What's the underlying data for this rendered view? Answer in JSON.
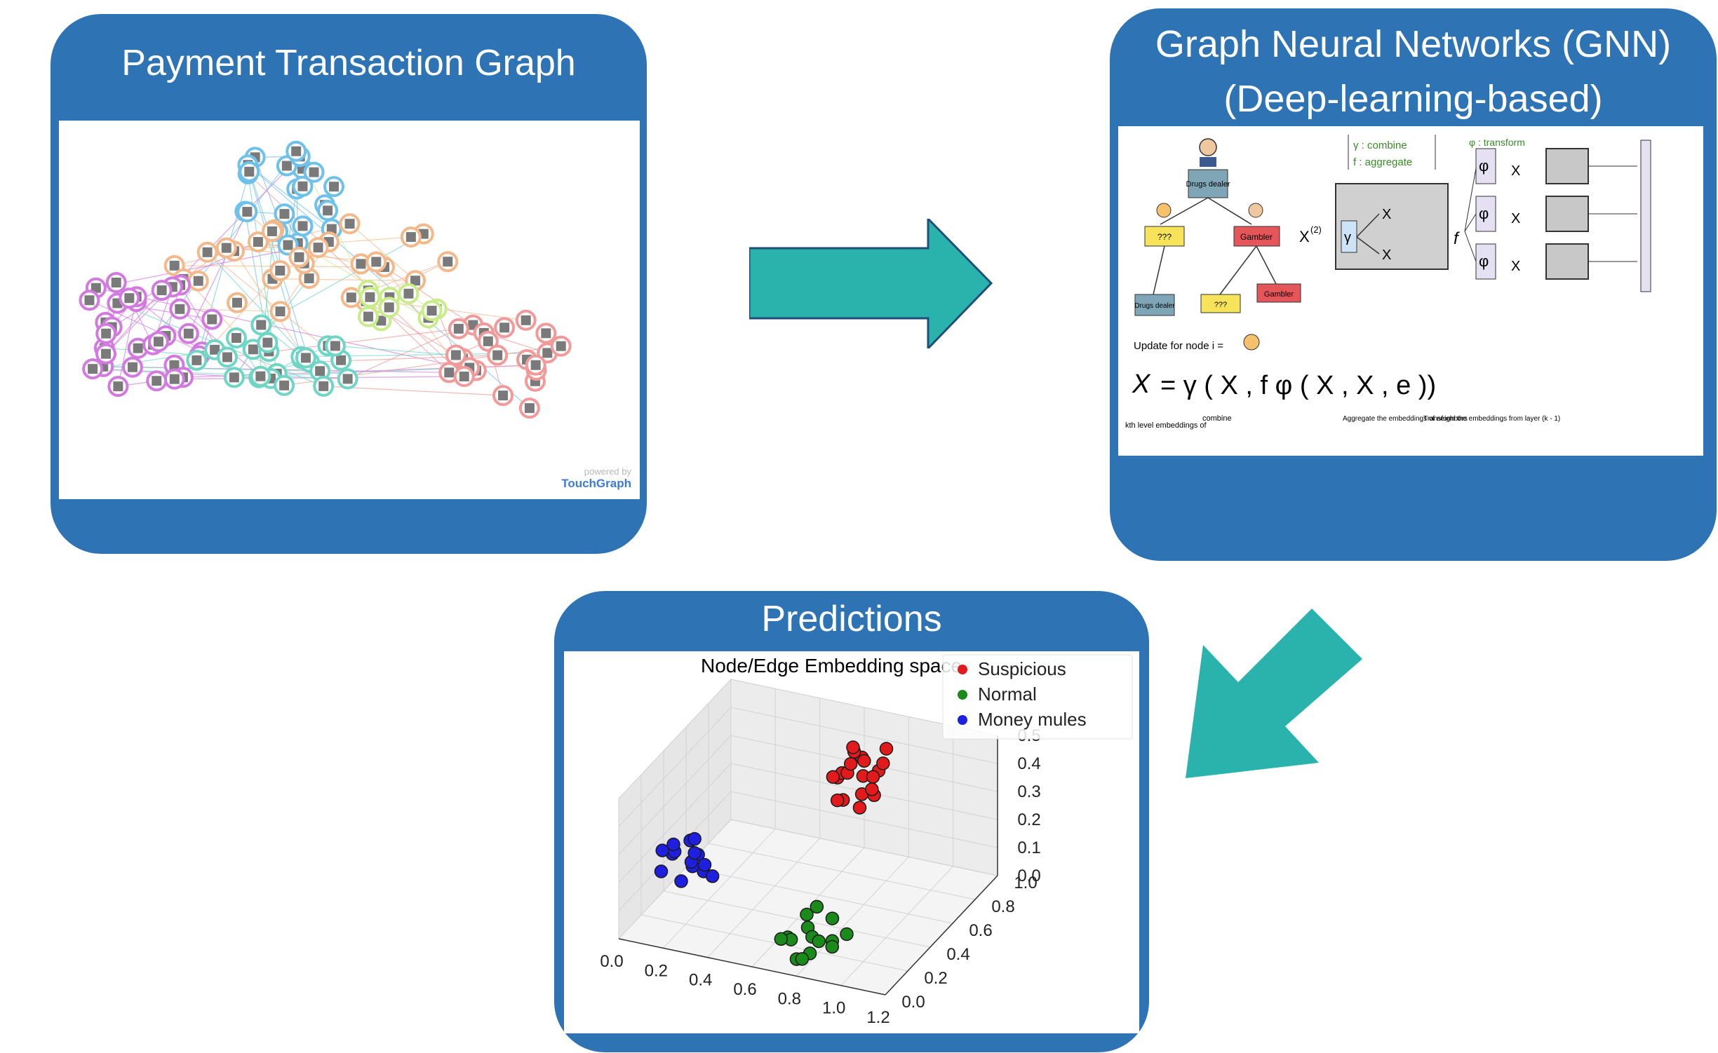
{
  "card1": {
    "title": "Payment Transaction Graph",
    "watermark_top": "powered by",
    "watermark_brand": "TouchGraph"
  },
  "card2": {
    "title_line1": "Graph Neural Networks (GNN)",
    "title_line2": "(Deep-learning-based)",
    "tree": {
      "root": "Drugs dealer",
      "left": "???",
      "right": "Gambler",
      "ll": "Drugs dealer",
      "rl": "???",
      "rr": "Gambler"
    },
    "legend_combine": "γ : combine",
    "legend_aggregate": "f : aggregate",
    "legend_transform": "φ : transform",
    "update_label": "Update for node i =",
    "caption_kth": "kth level embeddings of",
    "caption_combine": "combine",
    "caption_aggregate": "Aggregate the embeddings of neighbors",
    "caption_transform": "Transform the embeddings from layer (k - 1)"
  },
  "card3": {
    "title": "Predictions"
  },
  "colors": {
    "card_blue": "#2e74b5",
    "arrow_teal": "#2ab3ad",
    "suspicious": "#e31a1c",
    "normal": "#1a8a1a",
    "money_mules": "#1f1fe0"
  },
  "chart_data": {
    "type": "scatter",
    "title": "Node/Edge Embedding space",
    "series": [
      {
        "name": "Suspicious",
        "color": "#e31a1c",
        "points": [
          [
            0.55,
            0.9,
            0.3
          ],
          [
            0.6,
            0.85,
            0.33
          ],
          [
            0.62,
            0.95,
            0.28
          ],
          [
            0.58,
            0.8,
            0.25
          ],
          [
            0.65,
            0.9,
            0.36
          ],
          [
            0.7,
            0.88,
            0.32
          ],
          [
            0.52,
            0.92,
            0.27
          ],
          [
            0.68,
            0.97,
            0.3
          ],
          [
            0.63,
            0.82,
            0.38
          ],
          [
            0.57,
            0.87,
            0.22
          ],
          [
            0.72,
            0.93,
            0.35
          ],
          [
            0.6,
            0.9,
            0.4
          ],
          [
            0.66,
            0.86,
            0.26
          ],
          [
            0.54,
            0.84,
            0.31
          ],
          [
            0.69,
            0.91,
            0.24
          ],
          [
            0.61,
            0.96,
            0.34
          ],
          [
            0.75,
            0.9,
            0.42
          ],
          [
            0.59,
            0.93,
            0.37
          ],
          [
            0.64,
            0.88,
            0.2
          ],
          [
            0.71,
            0.85,
            0.29
          ]
        ]
      },
      {
        "name": "Normal",
        "color": "#1a8a1a",
        "points": [
          [
            0.7,
            0.15,
            0.05
          ],
          [
            0.75,
            0.2,
            0.08
          ],
          [
            0.8,
            0.12,
            0.03
          ],
          [
            0.72,
            0.25,
            0.1
          ],
          [
            0.78,
            0.18,
            0.06
          ],
          [
            0.85,
            0.22,
            0.04
          ],
          [
            0.68,
            0.1,
            0.07
          ],
          [
            0.82,
            0.28,
            0.09
          ],
          [
            0.76,
            0.08,
            0.02
          ],
          [
            0.88,
            0.16,
            0.05
          ],
          [
            0.74,
            0.3,
            0.11
          ],
          [
            0.8,
            0.05,
            0.04
          ],
          [
            0.9,
            0.25,
            0.06
          ],
          [
            0.66,
            0.2,
            0.03
          ],
          [
            0.84,
            0.12,
            0.08
          ]
        ]
      },
      {
        "name": "Money mules",
        "color": "#1f1fe0",
        "points": [
          [
            0.1,
            0.3,
            0.2
          ],
          [
            0.15,
            0.35,
            0.15
          ],
          [
            0.12,
            0.25,
            0.25
          ],
          [
            0.18,
            0.4,
            0.1
          ],
          [
            0.08,
            0.32,
            0.18
          ],
          [
            0.2,
            0.28,
            0.22
          ],
          [
            0.14,
            0.38,
            0.12
          ],
          [
            0.22,
            0.33,
            0.16
          ],
          [
            0.06,
            0.27,
            0.21
          ],
          [
            0.17,
            0.22,
            0.14
          ],
          [
            0.11,
            0.42,
            0.19
          ],
          [
            0.24,
            0.36,
            0.11
          ],
          [
            0.09,
            0.2,
            0.17
          ],
          [
            0.19,
            0.3,
            0.26
          ],
          [
            0.13,
            0.45,
            0.13
          ]
        ]
      }
    ],
    "x_ticks": [
      "0.0",
      "0.2",
      "0.4",
      "0.6",
      "0.8",
      "1.0",
      "1.2"
    ],
    "y_ticks": [
      "0.0",
      "0.2",
      "0.4",
      "0.6",
      "0.8",
      "1.0"
    ],
    "z_ticks": [
      "0.0",
      "0.1",
      "0.2",
      "0.3",
      "0.4",
      "0.5"
    ],
    "legend_position": "top-right",
    "grid": true
  }
}
